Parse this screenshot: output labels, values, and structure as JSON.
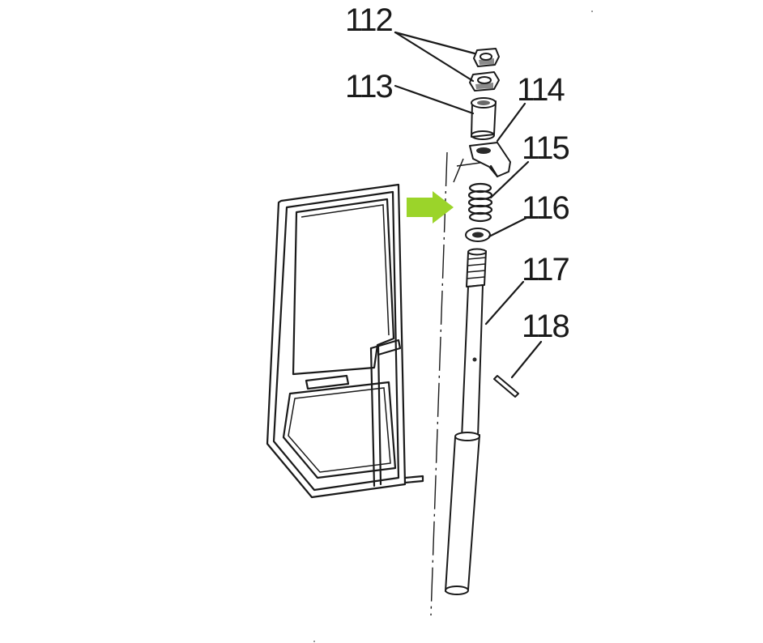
{
  "callouts": [
    {
      "id": "p112",
      "label": "112"
    },
    {
      "id": "p113",
      "label": "113"
    },
    {
      "id": "p114",
      "label": "114"
    },
    {
      "id": "p115",
      "label": "115"
    },
    {
      "id": "p116",
      "label": "116"
    },
    {
      "id": "p117",
      "label": "117"
    },
    {
      "id": "p118",
      "label": "118"
    }
  ],
  "highlight": {
    "color": "#9bd42a",
    "target": "115"
  },
  "colors": {
    "line": "#1a1a1a",
    "background": "#ffffff"
  }
}
